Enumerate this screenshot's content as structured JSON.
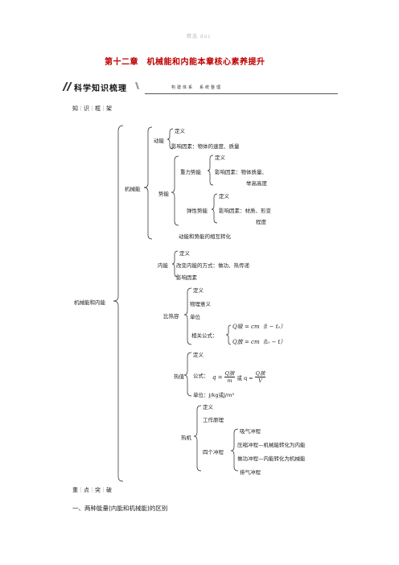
{
  "watermark": "精选 doc",
  "chapter_title": "第十二章　机械能和内能本章核心素养提升",
  "section": {
    "title": "科学知识梳理",
    "subtitle": "构建体系　系统整理"
  },
  "knowledge_frame_label": [
    "知",
    "识",
    "框",
    "架"
  ],
  "tree": {
    "root": "机械能和内能",
    "mechanical": {
      "label": "机械能",
      "kinetic": {
        "label": "动能",
        "items": [
          "定义",
          "影响因素：物体的速度、质量"
        ]
      },
      "potential": {
        "label": "势能",
        "gravity": {
          "label": "重力势能",
          "items": [
            "定义",
            "影响因素：物体质量、",
            "举高高度"
          ]
        },
        "elastic": {
          "label": "弹性势能",
          "items": [
            "定义",
            "影响因素：材质、形变",
            "程度"
          ]
        }
      },
      "conversion": "动能和势能的相互转化"
    },
    "internal": {
      "label": "内能",
      "items": [
        "定义",
        "改变内能的方式：做功、热传递",
        "影响因素"
      ]
    },
    "specific_heat": {
      "label": "比热容",
      "items": [
        "定义",
        "物理意义",
        "单位"
      ],
      "formula_label": "相关公式：",
      "formula_1": "Q吸 = cm（t − t₀）",
      "formula_2": "Q放 = cm（t₀ − t）"
    },
    "heat_value": {
      "label": "热值",
      "items": [
        "定义"
      ],
      "formula_label": "公式：",
      "formula_q": "q = ",
      "frac1_num": "Q放",
      "frac1_den": "m",
      "or_text": "或 q = ",
      "frac2_num": "Q放",
      "frac2_den": "V",
      "unit": "单位：J/kg或J/m³"
    },
    "heat_engine": {
      "label": "热机",
      "items": [
        "定义",
        "工作原理"
      ],
      "strokes": {
        "label": "四个冲程",
        "items": [
          "吸气冲程",
          "压缩冲程—机械能转化为内能",
          "做功冲程—内能转化为机械能",
          "排气冲程"
        ]
      }
    }
  },
  "key_points_label": [
    "重",
    "点",
    "突",
    "破"
  ],
  "heading_1": "一、两种能量(内能和机械能)的区别"
}
